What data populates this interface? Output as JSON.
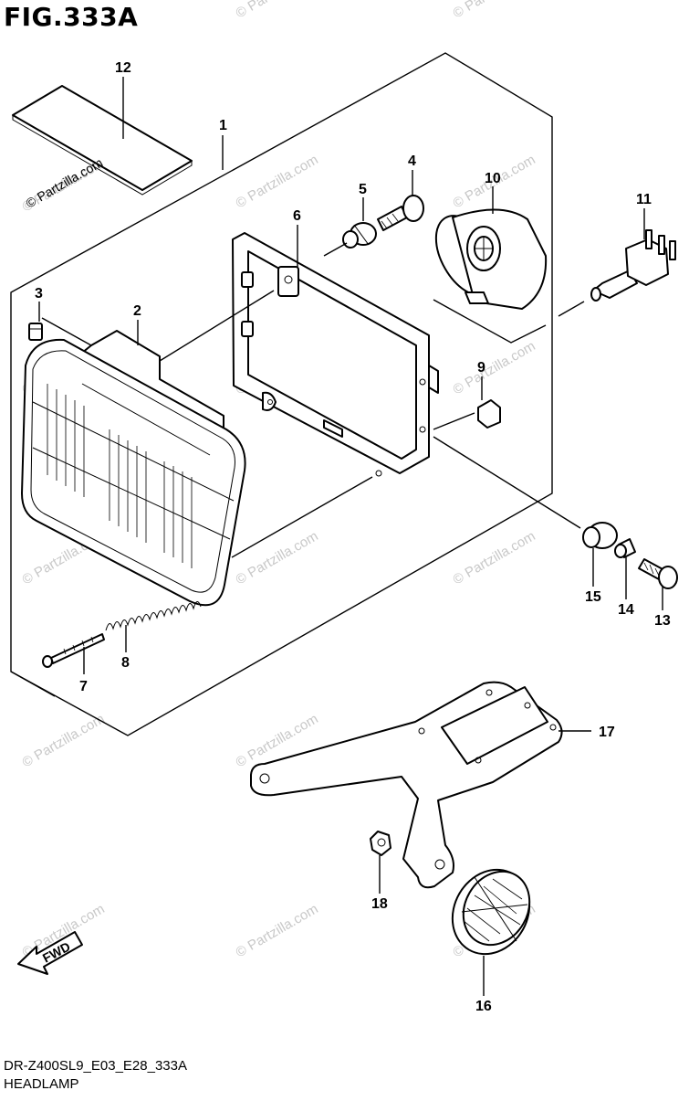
{
  "figure": {
    "title": "FIG.333A",
    "model_code": "DR-Z400SL9_E03_E28_333A",
    "name": "HEADLAMP"
  },
  "watermark": "© Partzilla.com",
  "fwd_label": "FWD",
  "callouts": [
    "1",
    "2",
    "3",
    "4",
    "5",
    "6",
    "7",
    "8",
    "9",
    "10",
    "11",
    "12",
    "13",
    "14",
    "15",
    "16",
    "17",
    "18"
  ]
}
